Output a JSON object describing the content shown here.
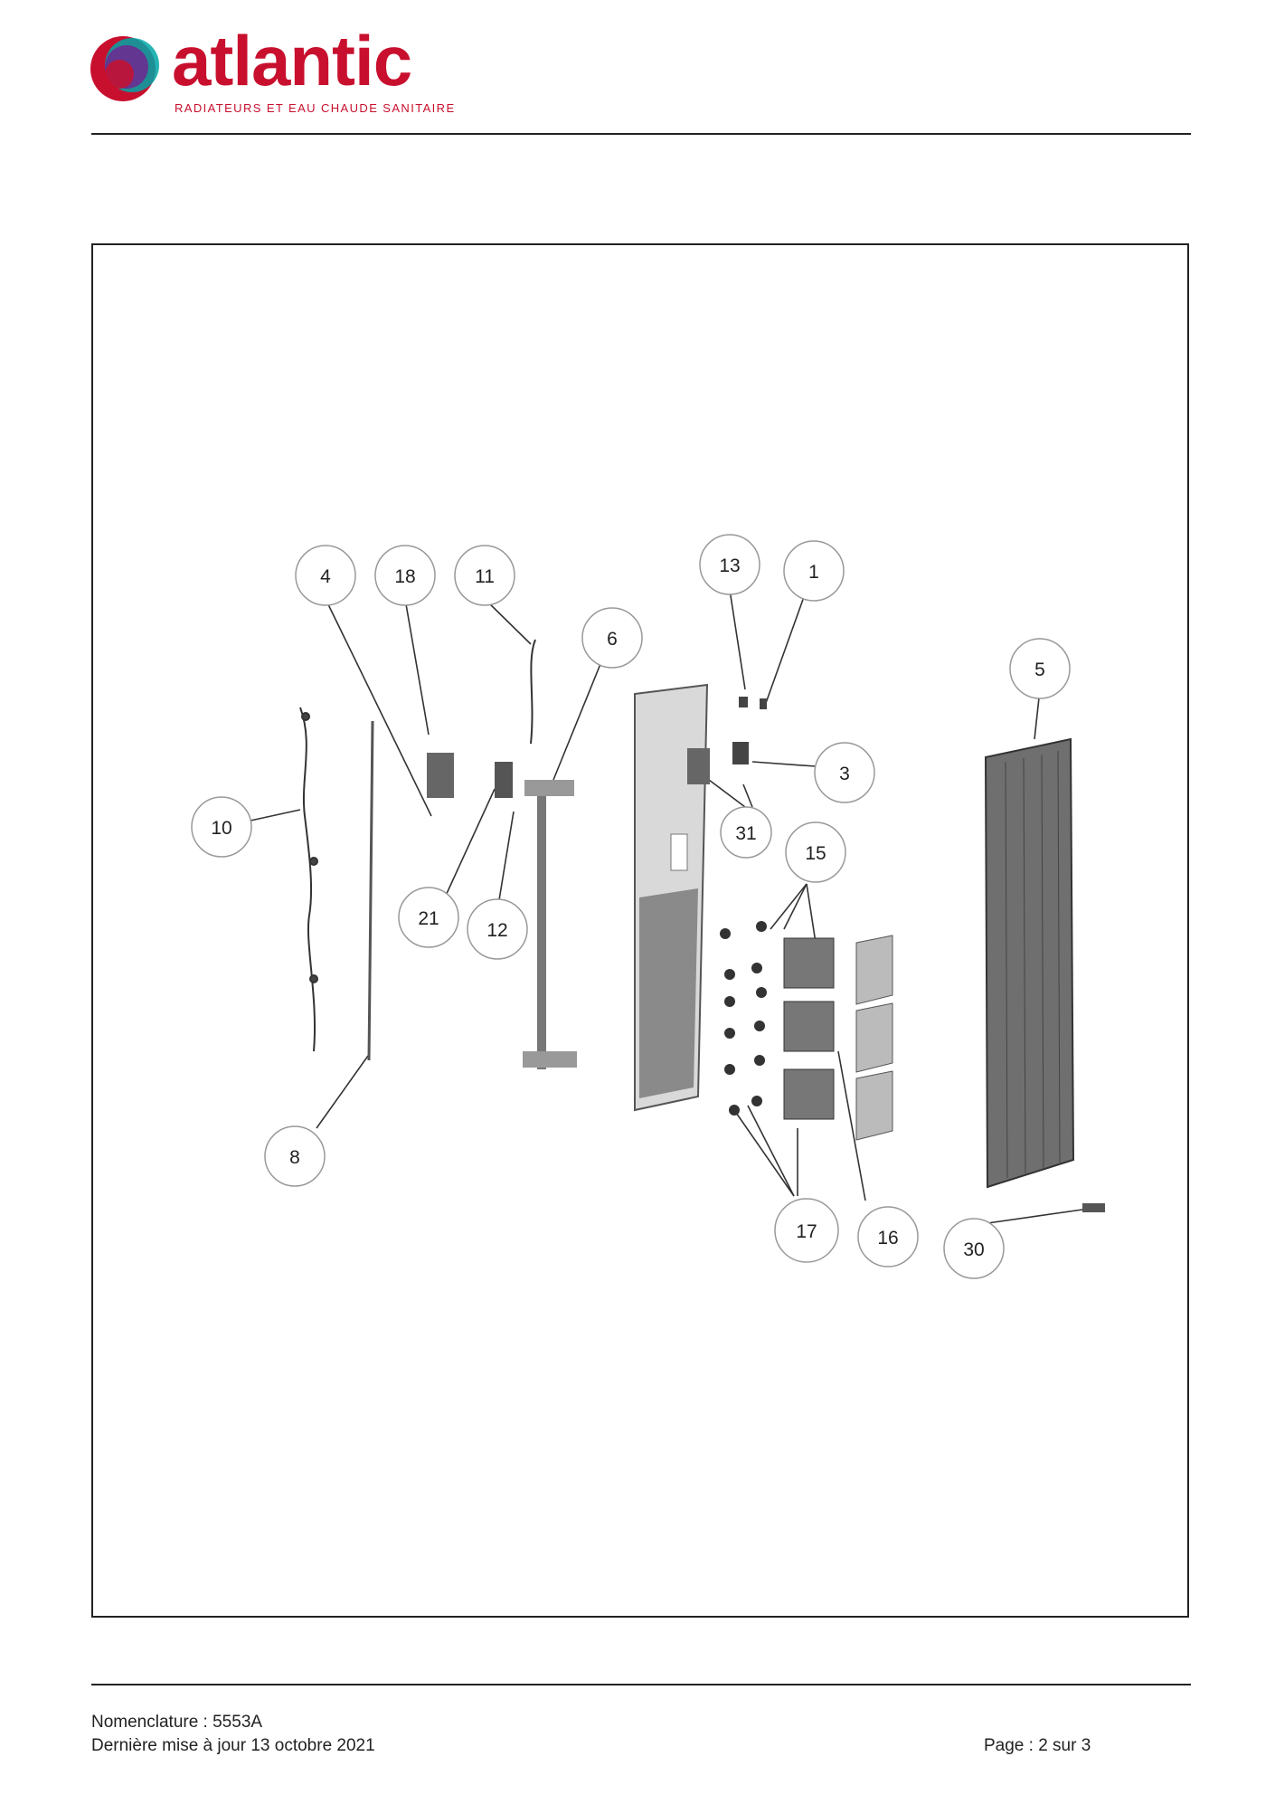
{
  "header": {
    "brand": "atlantic",
    "tagline": "RADIATEURS ET EAU CHAUDE SANITAIRE",
    "colors": {
      "brand_red": "#c8102e",
      "brand_purple": "#6a2c91",
      "brand_teal": "#00a6a6"
    }
  },
  "diagram": {
    "callouts": [
      "4",
      "18",
      "11",
      "6",
      "13",
      "1",
      "5",
      "3",
      "31",
      "10",
      "15",
      "21",
      "12",
      "8",
      "17",
      "16",
      "30"
    ]
  },
  "footer": {
    "nomenclature": "Nomenclature : 5553A",
    "updated": "Dernière mise à jour 13 octobre 2021",
    "page": "Page : 2 sur 3"
  }
}
